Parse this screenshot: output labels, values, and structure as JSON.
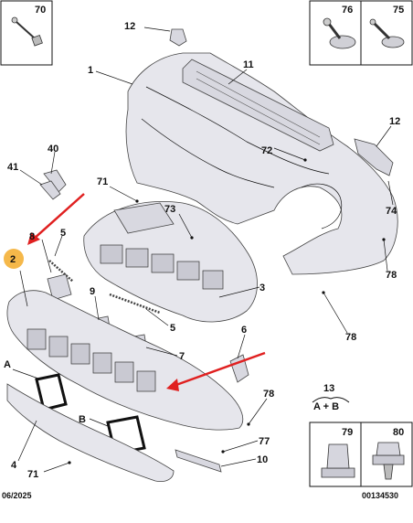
{
  "callouts": {
    "p70": "70",
    "p76": "76",
    "p75": "75",
    "p12_top": "12",
    "p1": "1",
    "p11": "11",
    "p12_right": "12",
    "p72": "72",
    "p40": "40",
    "p41": "41",
    "p71_mid": "71",
    "p73": "73",
    "p74": "74",
    "p8": "8",
    "p5_top": "5",
    "p2": "2",
    "p78_right": "78",
    "p3": "3",
    "p9": "9",
    "p5_bottom": "5",
    "p78_low": "78",
    "p6": "6",
    "p7": "7",
    "pA": "A",
    "p13": "13",
    "p13_sub": "A + B",
    "p78_bottom": "78",
    "pB": "B",
    "p77": "77",
    "p79": "79",
    "p80": "80",
    "p4": "4",
    "p10": "10",
    "p71_bottom": "71"
  },
  "footer": {
    "date": "06/2025",
    "ref": "00134530"
  },
  "colors": {
    "arrow": "#e02020",
    "highlight_circle": "#f5b84a"
  }
}
